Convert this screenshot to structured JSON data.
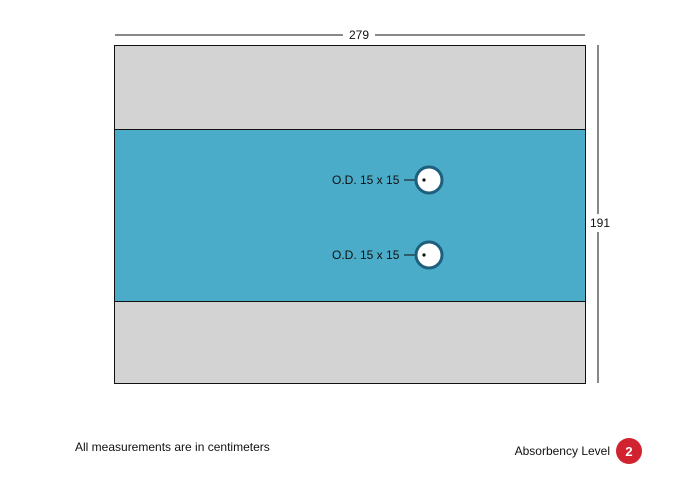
{
  "diagram": {
    "width_label": "279",
    "height_label": "191",
    "callouts": [
      {
        "label": "O.D. 15 x 15"
      },
      {
        "label": "O.D. 15 x 15"
      }
    ],
    "colors": {
      "outer_panel": "#d3d3d3",
      "center_band": "#4aacc8",
      "port_ring": "#1d5f7d",
      "outline": "#111111"
    }
  },
  "footer": {
    "note": "All measurements are in centimeters",
    "absorbency_label": "Absorbency Level",
    "absorbency_value": "2",
    "badge_color": "#d1222f"
  }
}
